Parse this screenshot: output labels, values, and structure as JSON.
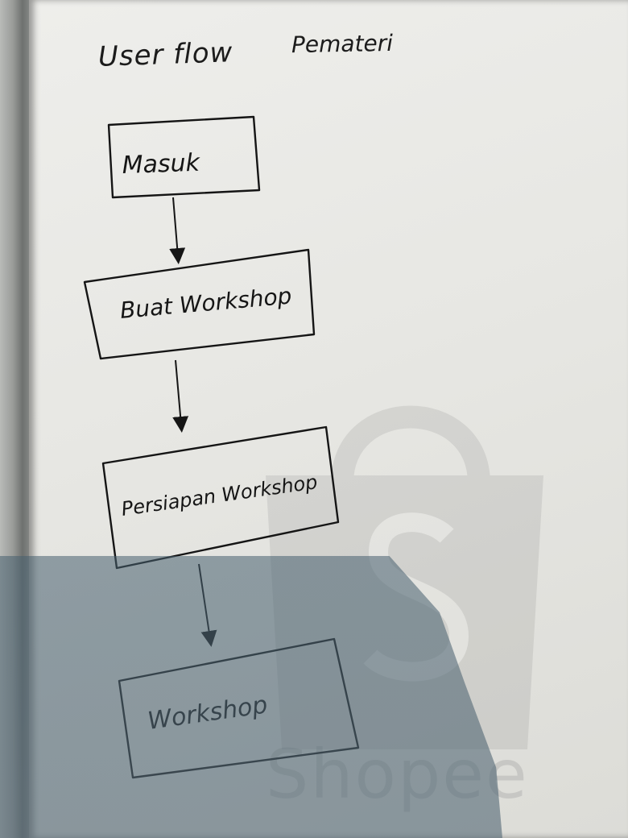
{
  "header": {
    "title_left": "User flow",
    "title_right": "Pemateri"
  },
  "nodes": [
    {
      "id": "masuk",
      "label": "Masuk"
    },
    {
      "id": "buat-workshop",
      "label": "Buat Workshop"
    },
    {
      "id": "persiapan-workshop",
      "label": "Persiapan Workshop"
    },
    {
      "id": "workshop",
      "label": "Workshop"
    }
  ],
  "edges": [
    {
      "from": "masuk",
      "to": "buat-workshop"
    },
    {
      "from": "buat-workshop",
      "to": "persiapan-workshop"
    },
    {
      "from": "persiapan-workshop",
      "to": "workshop"
    }
  ],
  "watermark": {
    "text": "Shopee"
  },
  "colors": {
    "ink": "#151515",
    "board": "#e7e7e3",
    "shadow": "#5b7383"
  }
}
